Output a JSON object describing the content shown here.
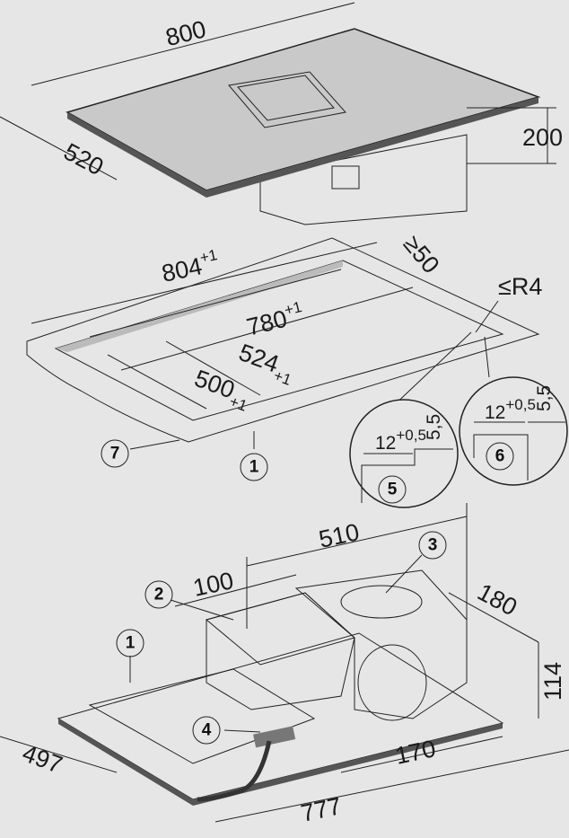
{
  "title": "Installation dimensions diagram",
  "colors": {
    "background": "#e6e6e6",
    "line": "#222222",
    "surface": "#d7d7d7",
    "cutout": "#f0f0f0"
  },
  "hob": {
    "width": "800",
    "depth": "520",
    "height": "200"
  },
  "cutout": {
    "width": "804",
    "width_tol": "+1",
    "min_edge": "≥50",
    "inner_width": "780",
    "inner_width_tol": "+1",
    "radius": "≤R4",
    "depth": "524",
    "depth_tol": "+1",
    "inner_depth": "500",
    "inner_depth_tol": "+1"
  },
  "details": [
    {
      "id": "5",
      "rebate": "12",
      "rebate_tol": "+0,5",
      "depth": "5,5"
    },
    {
      "id": "6",
      "rebate": "12",
      "rebate_tol": "+0,5",
      "depth": "5,5"
    }
  ],
  "unit": {
    "length": "510",
    "offset": "100",
    "fan_depth": "180",
    "height": "114",
    "plate_depth": "497",
    "fan_offset": "170",
    "plate_width": "777"
  },
  "callouts": [
    "7",
    "1",
    "5",
    "6",
    "3",
    "2",
    "1",
    "4"
  ]
}
